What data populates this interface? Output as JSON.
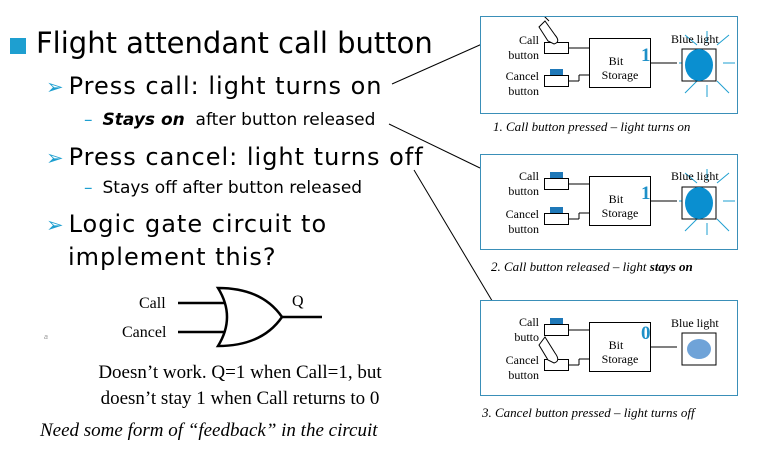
{
  "slide": {
    "title": "Flight attendant call button",
    "bullets": [
      "Press call: light turns on",
      "Press cancel: light turns off",
      "Logic gate circuit to",
      "implement this?"
    ],
    "sub1_em": "Stays on",
    "sub1_rest": "after button released",
    "sub2": "Stays off after button released",
    "gate": {
      "in1": "Call",
      "in2": "Cancel",
      "out": "Q"
    },
    "note_line1": "Doesn’t work. Q=1 when Call=1, but",
    "note_line2": "doesn’t stay 1 when Call returns to 0",
    "note_italic": "Need some form of “feedback” in the circuit",
    "small_mark": "a"
  },
  "panels": [
    {
      "call_label_1": "Call",
      "call_label_2": "button",
      "cancel_label_1": "Cancel",
      "cancel_label_2": "button",
      "bit_label": "Bit",
      "storage_label": "Storage",
      "bit_value": "1",
      "light_label": "Blue light",
      "caption_prefix": "1. Call button pressed – light turns on",
      "caption_bold": ""
    },
    {
      "call_label_1": "Call",
      "call_label_2": "button",
      "cancel_label_1": "Cancel",
      "cancel_label_2": "button",
      "bit_label": "Bit",
      "storage_label": "Storage",
      "bit_value": "1",
      "light_label": "Blue light",
      "caption_prefix": "2. Call button released – light",
      "caption_bold": "stays on"
    },
    {
      "call_label_1": "Call",
      "call_label_2": "butto",
      "cancel_label_1": "Cancel",
      "cancel_label_2": "button",
      "bit_label": "Bit",
      "storage_label": "Storage",
      "bit_value": "0",
      "light_label": "Blue light",
      "caption_prefix": "3. Cancel button pressed – light turns off",
      "caption_bold": ""
    }
  ],
  "colors": {
    "accent": "#1e9fd0",
    "light_on": "#0a8fd0",
    "light_off": "#6fa3d8",
    "button_top": "#1e78b8"
  }
}
